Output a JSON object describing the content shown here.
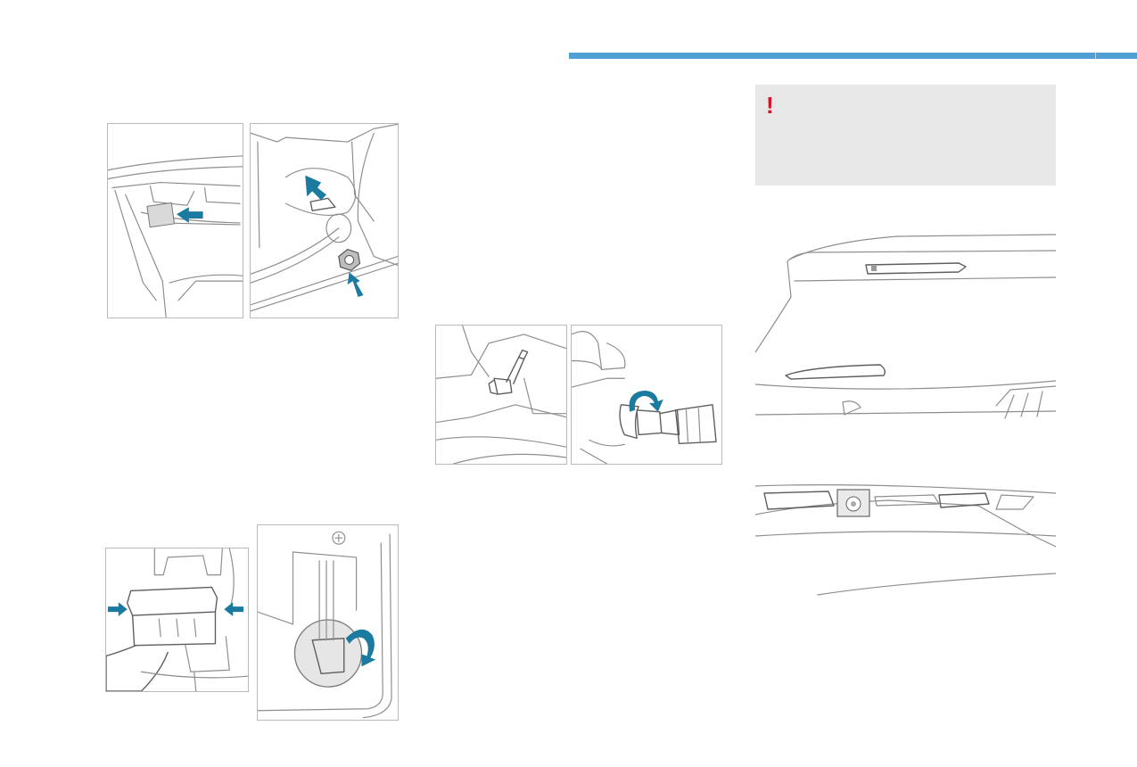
{
  "header": {
    "accent_bar_color": "#4f9fd4"
  },
  "warning": {
    "symbol": "!",
    "symbol_color": "#d3122a",
    "background": "#e7e7e7"
  },
  "illustrations": {
    "arrow_color": "#1b7aa0",
    "items": [
      {
        "name": "tailgate-trim-cover-removal",
        "icon": "press-arrow"
      },
      {
        "name": "lamp-unit-clip-release",
        "icon": "press-arrows"
      },
      {
        "name": "connector-unclip",
        "icon": "squeeze-arrows"
      },
      {
        "name": "bulb-holder-twist-out",
        "icon": "rotate-arrow"
      },
      {
        "name": "bulb-holder-removal",
        "icon": "pull"
      },
      {
        "name": "bulb-holder-rotate",
        "icon": "rotate-arrow"
      },
      {
        "name": "vehicle-rear-view",
        "icon": "car-rear"
      }
    ]
  }
}
